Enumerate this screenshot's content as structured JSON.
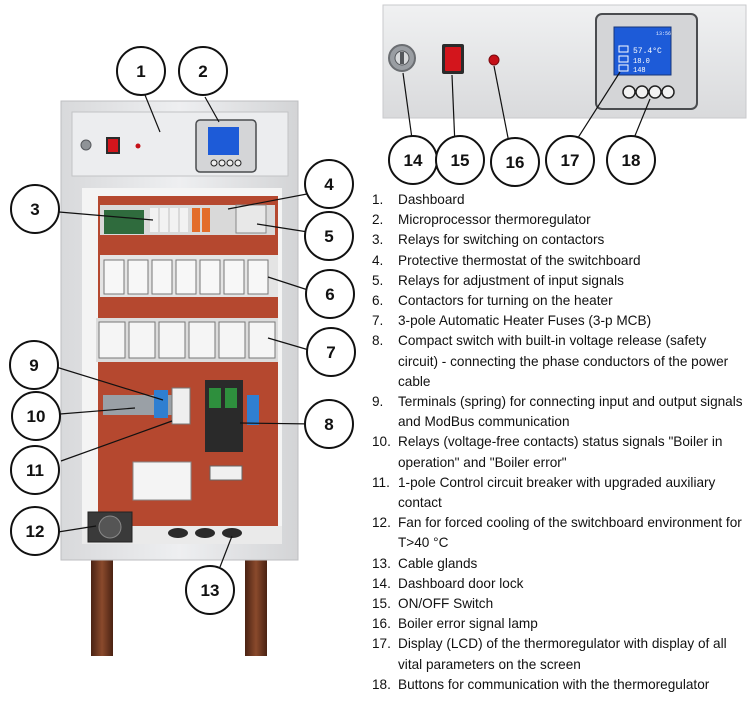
{
  "legend": [
    {
      "num": "1.",
      "text": "Dashboard"
    },
    {
      "num": "2.",
      "text": "Microprocessor thermoregulator"
    },
    {
      "num": "3.",
      "text": "Relays for switching on contactors"
    },
    {
      "num": "4.",
      "text": "Protective thermostat of the switchboard"
    },
    {
      "num": "5.",
      "text": "Relays for adjustment of input signals"
    },
    {
      "num": "6.",
      "text": "Contactors for turning on the heater"
    },
    {
      "num": "7.",
      "text": "3-pole Automatic Heater Fuses (3-p MCB)"
    },
    {
      "num": "8.",
      "text": "Compact switch with built-in voltage release (safety circuit) - connecting the phase conductors of the power cable"
    },
    {
      "num": "9.",
      "text": "Terminals (spring) for connecting input and output signals and ModBus communication"
    },
    {
      "num": "10.",
      "text": "Relays (voltage-free contacts) status signals \"Boiler in operation\" and \"Boiler error\""
    },
    {
      "num": "11.",
      "text": "1-pole Control circuit breaker with upgraded auxiliary contact"
    },
    {
      "num": "12.",
      "text": "Fan for forced cooling of the switchboard environment for T>40 °C"
    },
    {
      "num": "13.",
      "text": "Cable glands"
    },
    {
      "num": "14.",
      "text": "Dashboard door lock"
    },
    {
      "num": "15.",
      "text": "ON/OFF Switch"
    },
    {
      "num": "16.",
      "text": "Boiler error signal lamp"
    },
    {
      "num": "17.",
      "text": "Display (LCD) of the thermoregulator with display of all vital parameters on the screen"
    },
    {
      "num": "18.",
      "text": "Buttons for communication with the thermoregulator"
    }
  ],
  "callouts": [
    "1",
    "2",
    "3",
    "4",
    "5",
    "6",
    "7",
    "8",
    "9",
    "10",
    "11",
    "12",
    "13",
    "14",
    "15",
    "16",
    "17",
    "18"
  ],
  "lcd": {
    "time": "13:56",
    "reading_1": "57.4°C",
    "reading_2": "18.0",
    "reading_3": "148"
  },
  "colors": {
    "panel_gray": "#e6e7e9",
    "back_plate": "#b5482f",
    "lcd_blue": "#1d5bd8",
    "switch_red": "#d3151c",
    "leg_brown": "#6b3520"
  }
}
